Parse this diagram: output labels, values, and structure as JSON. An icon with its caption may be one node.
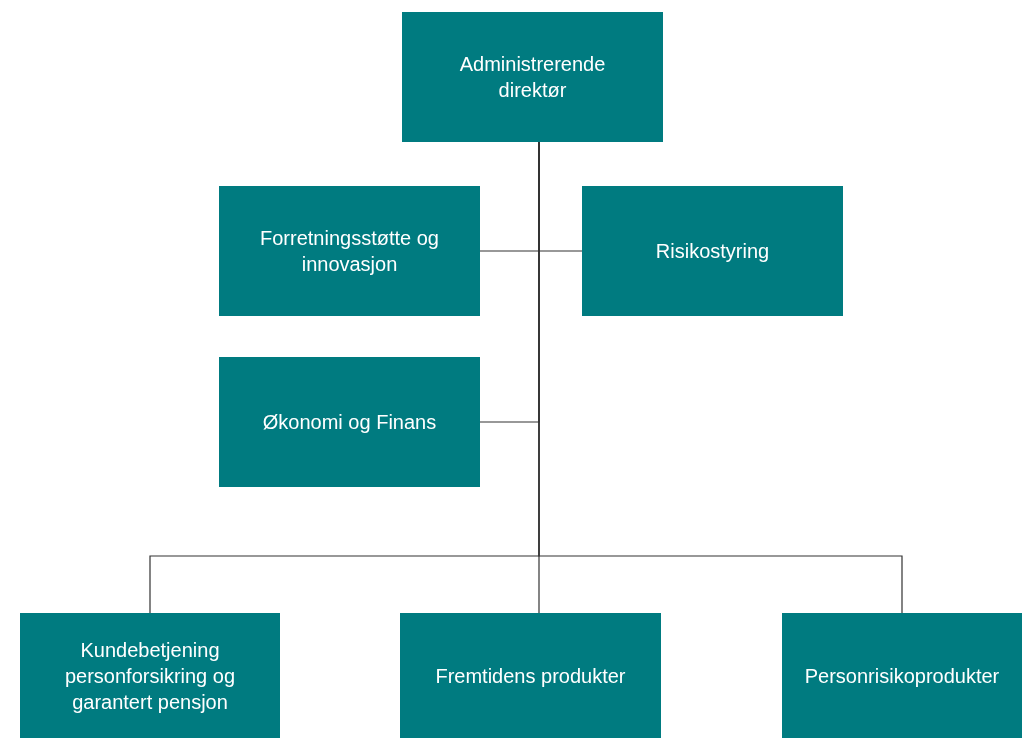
{
  "diagram": {
    "nodes": [
      {
        "text": [
          "Administrerende direktør"
        ]
      },
      {
        "text": [
          "Forretningsstøtte og innovasjon"
        ]
      },
      {
        "text": [
          "Risikostyring"
        ]
      },
      {
        "text": [
          "Økonomi og Finans"
        ]
      },
      {
        "text": [
          "Kundebetjening personforsikring og garantert pensjon"
        ]
      },
      {
        "text": [
          "Fremtidens produkter"
        ]
      },
      {
        "text": [
          "Personrisikoprodukter"
        ]
      }
    ],
    "edges": [
      {
        "from": 0,
        "to": 1,
        "arrow": "none"
      },
      {
        "from": 0,
        "to": 2,
        "arrow": "none"
      },
      {
        "from": 0,
        "to": 3,
        "arrow": "none"
      },
      {
        "from": 0,
        "to": 4,
        "arrow": "none"
      },
      {
        "from": 0,
        "to": 5,
        "arrow": "none"
      },
      {
        "from": 0,
        "to": 6,
        "arrow": "none"
      }
    ]
  }
}
